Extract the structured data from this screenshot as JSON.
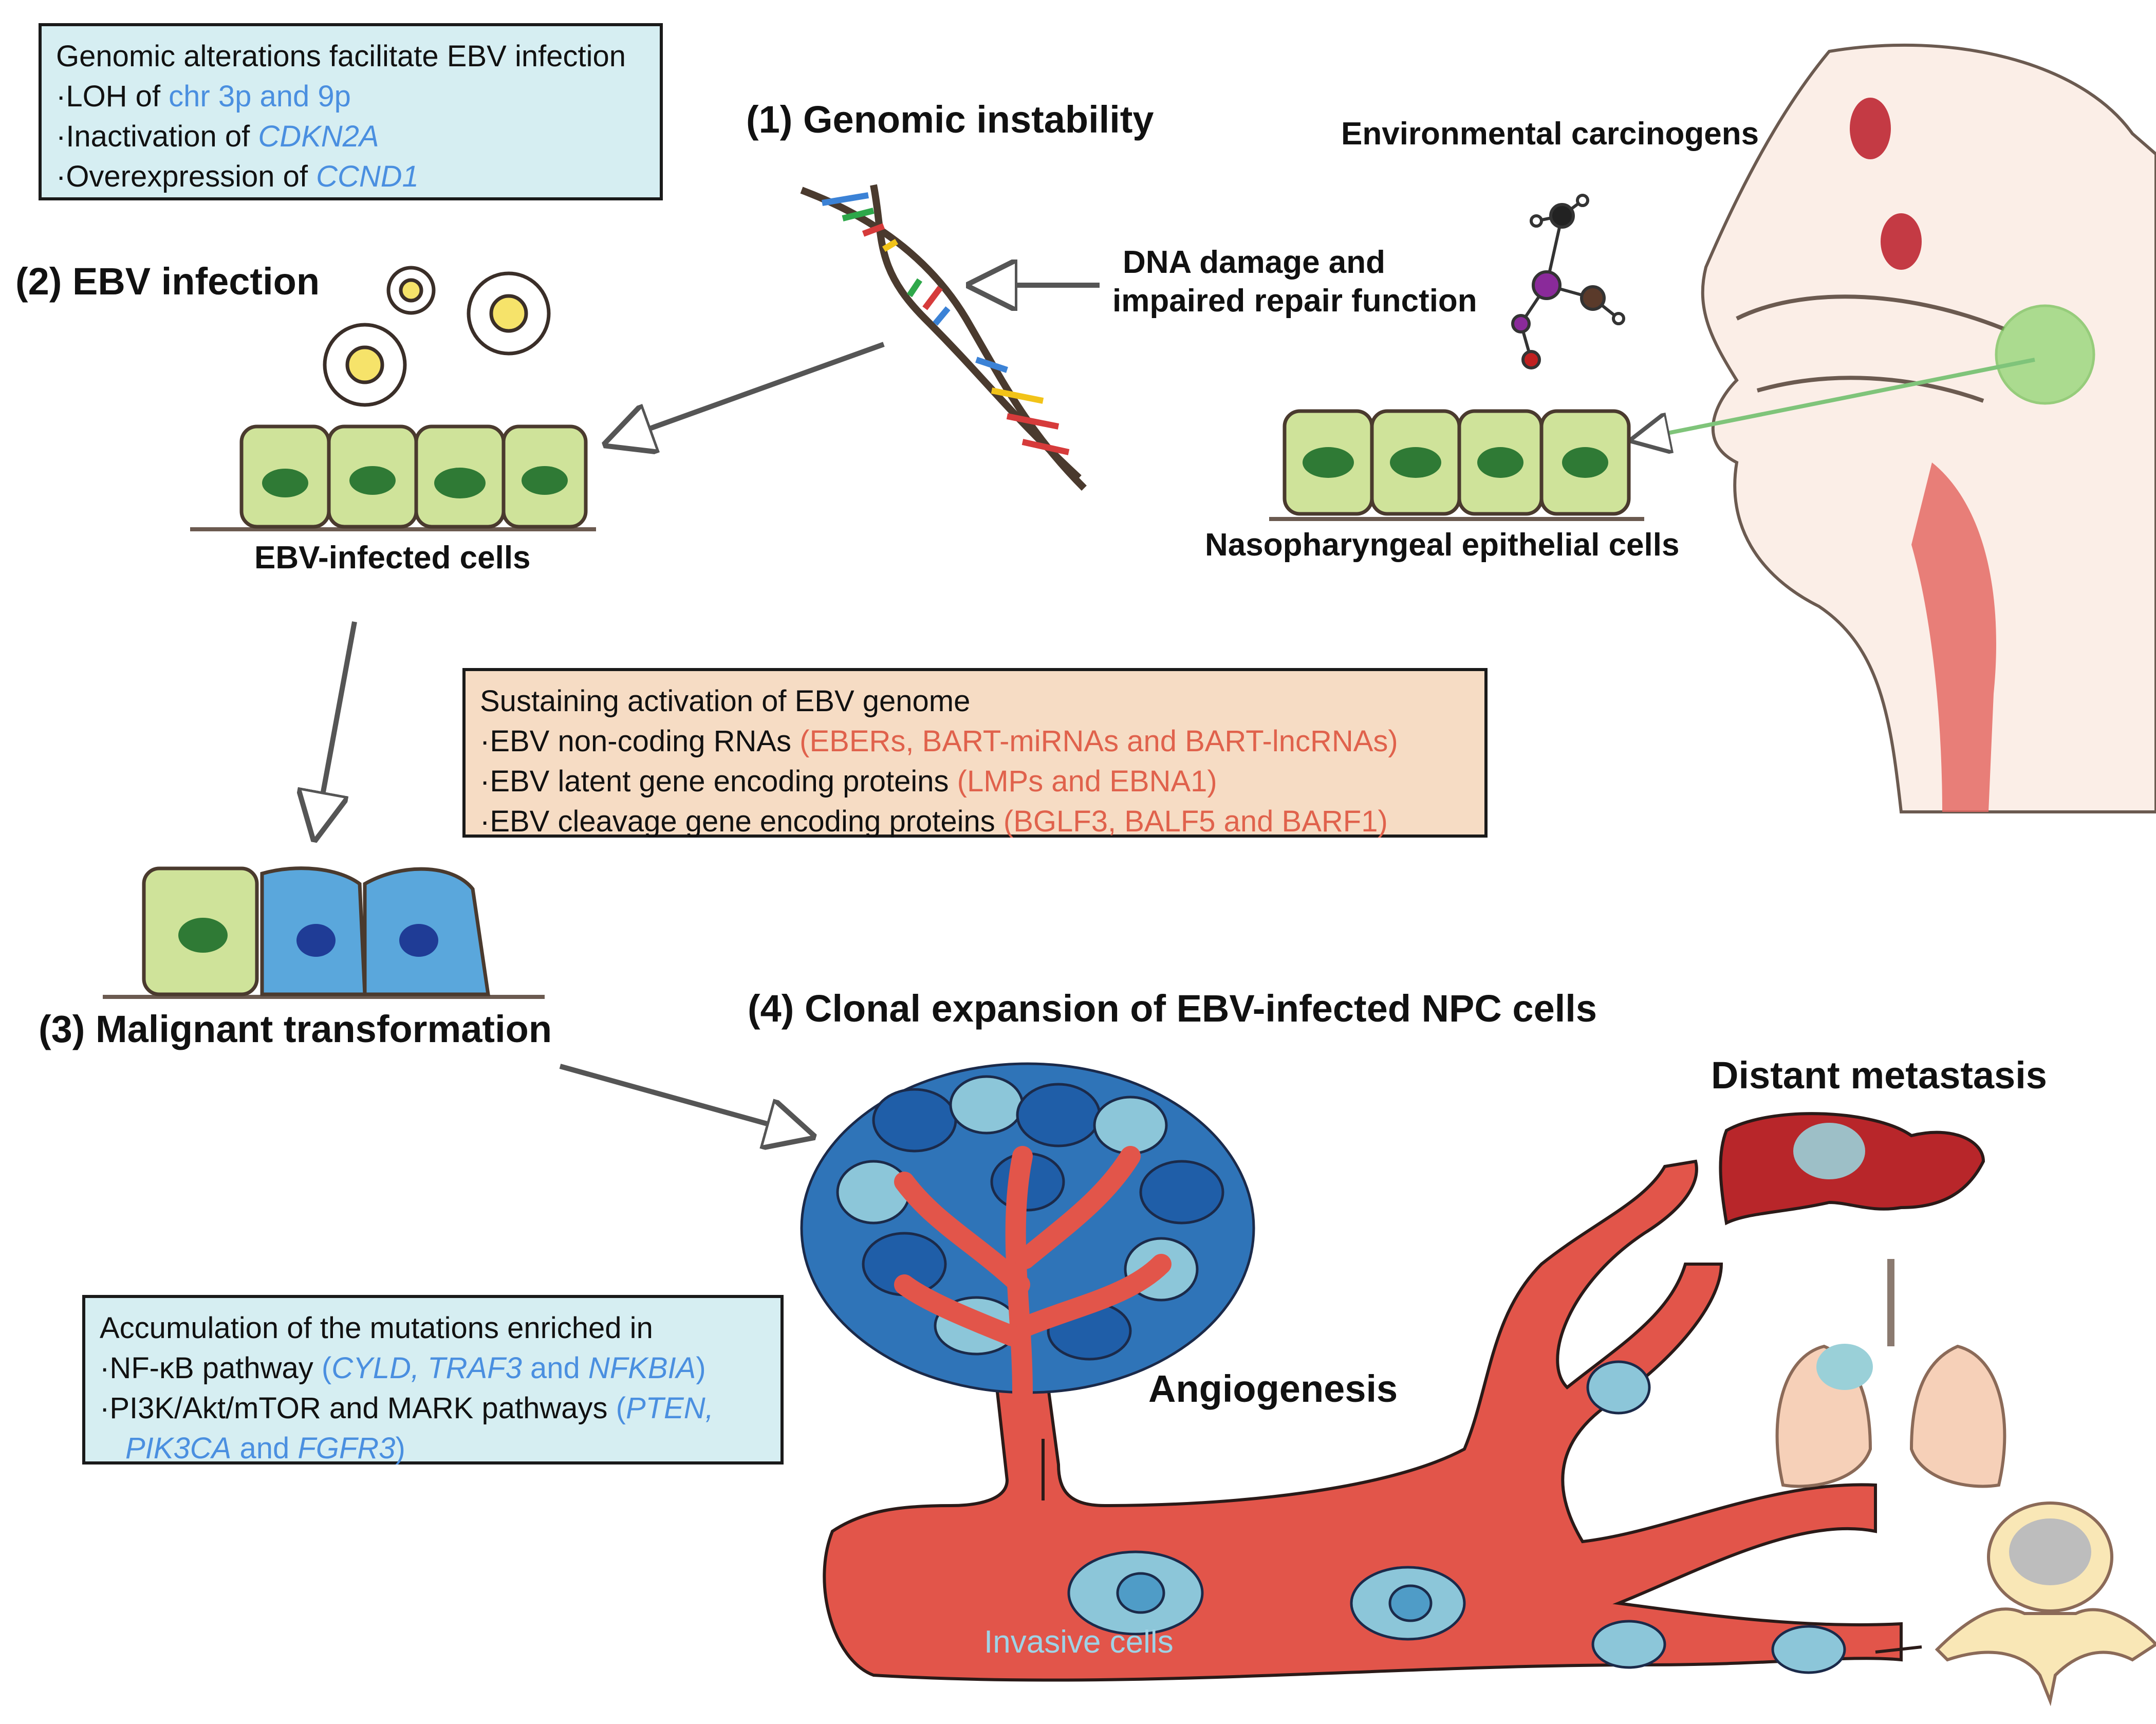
{
  "step1": {
    "title": "(1) Genomic instability"
  },
  "step2": {
    "title": "(2) EBV infection",
    "cells_label": "EBV-infected cells"
  },
  "step3": {
    "title": "(3) Malignant transformation"
  },
  "step4": {
    "title": "(4) Clonal expansion of EBV-infected NPC cells"
  },
  "env": {
    "title": "Environmental carcinogens",
    "cells_label": "Nasopharyngeal epithelial cells"
  },
  "dna_damage": {
    "line1": "DNA damage and",
    "line2": "impaired repair function"
  },
  "genomic_box": {
    "heading": "Genomic alterations facilitate EBV infection",
    "item1_prefix": "·LOH of ",
    "item1_value": "chr 3p and 9p",
    "item2_prefix": "·Inactivation of ",
    "item2_value": "CDKN2A",
    "item3_prefix": "·Overexpression of ",
    "item3_value": "CCND1",
    "bg": "#d6eef2"
  },
  "ebv_box": {
    "heading": "Sustaining activation of EBV genome",
    "item1_prefix": "·EBV non-coding RNAs ",
    "item1_value": "(EBERs, BART-miRNAs and BART-lncRNAs)",
    "item2_prefix": "·EBV latent gene encoding proteins ",
    "item2_value": "(LMPs and EBNA1)",
    "item3_prefix": "·EBV cleavage gene encoding proteins ",
    "item3_value": "(BGLF3, BALF5 and BARF1)",
    "bg": "#f6dcc4"
  },
  "mutation_box": {
    "heading": "Accumulation of the mutations enriched in",
    "item1_prefix": "·NF-κB pathway ",
    "item1_open": "(",
    "item1_g1": "CYLD, TRAF3",
    "item1_and": " and ",
    "item1_g2": "NFKBIA",
    "item1_close": ")",
    "item2_prefix": "·PI3K/Akt/mTOR and MARK pathways ",
    "item2_open": "(",
    "item2_g1": "PTEN,",
    "item3_g1": "PIK3CA",
    "item3_and": " and ",
    "item3_g2": "FGFR3",
    "item3_close": ")",
    "bg": "#d6eef2"
  },
  "angiogenesis": "Angiogenesis",
  "invasive_cells": "Invasive cells",
  "distant_metastasis": "Distant metastasis",
  "colors": {
    "cell_green": "#cfe39a",
    "nucleus_green": "#2f7a35",
    "cell_blue": "#5aa7dc",
    "nucleus_blue": "#1f3c96",
    "vessel": "#e2554a",
    "tumor_dark": "#1f5ea8",
    "tumor_light": "#8cc6d9"
  }
}
